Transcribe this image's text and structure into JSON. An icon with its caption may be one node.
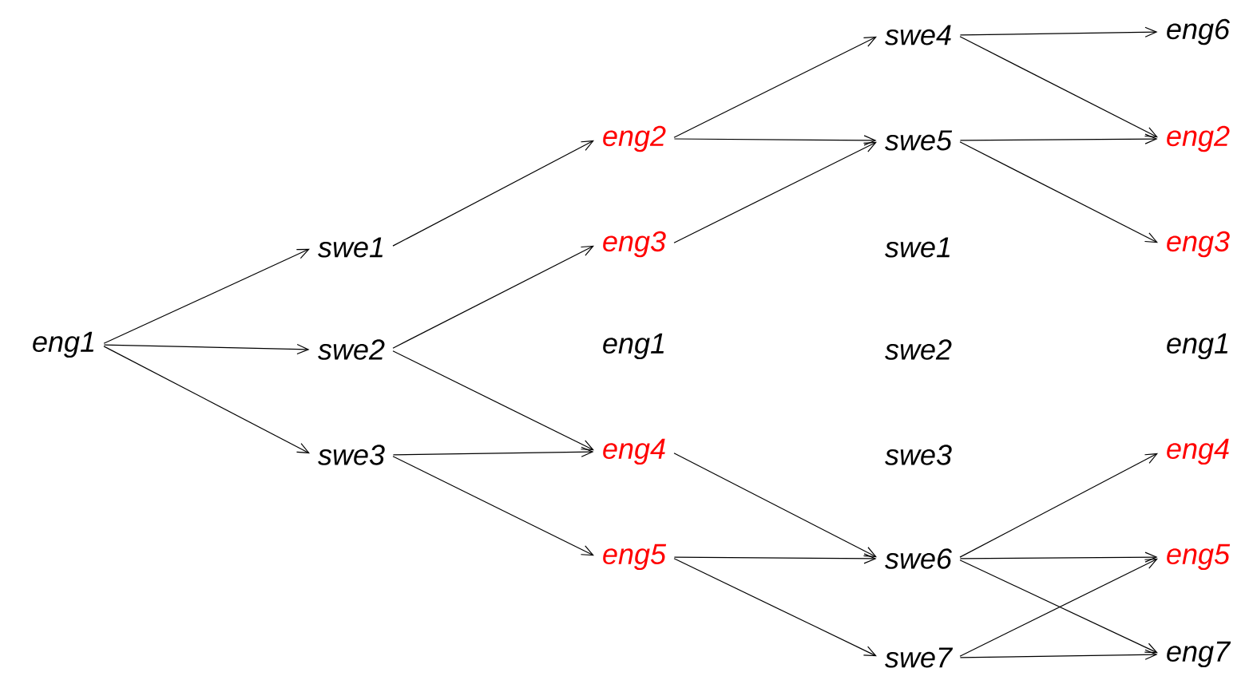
{
  "diagram": {
    "nodes": [
      {
        "text": [
          "eng1"
        ]
      },
      {
        "text": [
          "swe1"
        ]
      },
      {
        "text": [
          "swe2"
        ]
      },
      {
        "text": [
          "swe3"
        ]
      },
      {
        "text": [
          "eng2"
        ]
      },
      {
        "text": [
          "eng3"
        ]
      },
      {
        "text": [
          "eng1"
        ]
      },
      {
        "text": [
          "eng4"
        ]
      },
      {
        "text": [
          "eng5"
        ]
      },
      {
        "text": [
          "swe4"
        ]
      },
      {
        "text": [
          "swe5"
        ]
      },
      {
        "text": [
          "swe1"
        ]
      },
      {
        "text": [
          "swe2"
        ]
      },
      {
        "text": [
          "swe3"
        ]
      },
      {
        "text": [
          "swe6"
        ]
      },
      {
        "text": [
          "swe7"
        ]
      },
      {
        "text": [
          "eng6"
        ]
      },
      {
        "text": [
          "eng2"
        ]
      },
      {
        "text": [
          "eng3"
        ]
      },
      {
        "text": [
          "eng1"
        ]
      },
      {
        "text": [
          "eng4"
        ]
      },
      {
        "text": [
          "eng5"
        ]
      },
      {
        "text": [
          "eng7"
        ]
      }
    ],
    "edges": [
      {
        "from": 0,
        "to": 1,
        "arrow": "to"
      },
      {
        "from": 0,
        "to": 2,
        "arrow": "to"
      },
      {
        "from": 0,
        "to": 3,
        "arrow": "to"
      },
      {
        "from": 1,
        "to": 4,
        "arrow": "to"
      },
      {
        "from": 2,
        "to": 5,
        "arrow": "to"
      },
      {
        "from": 2,
        "to": 7,
        "arrow": "to"
      },
      {
        "from": 3,
        "to": 7,
        "arrow": "to"
      },
      {
        "from": 3,
        "to": 8,
        "arrow": "to"
      },
      {
        "from": 4,
        "to": 9,
        "arrow": "to"
      },
      {
        "from": 4,
        "to": 10,
        "arrow": "to"
      },
      {
        "from": 5,
        "to": 10,
        "arrow": "to"
      },
      {
        "from": 7,
        "to": 14,
        "arrow": "to"
      },
      {
        "from": 8,
        "to": 14,
        "arrow": "to"
      },
      {
        "from": 8,
        "to": 15,
        "arrow": "to"
      },
      {
        "from": 9,
        "to": 16,
        "arrow": "to"
      },
      {
        "from": 9,
        "to": 17,
        "arrow": "to"
      },
      {
        "from": 10,
        "to": 17,
        "arrow": "to"
      },
      {
        "from": 10,
        "to": 18,
        "arrow": "to"
      },
      {
        "from": 14,
        "to": 20,
        "arrow": "to"
      },
      {
        "from": 14,
        "to": 21,
        "arrow": "to"
      },
      {
        "from": 14,
        "to": 22,
        "arrow": "to"
      },
      {
        "from": 15,
        "to": 21,
        "arrow": "to"
      },
      {
        "from": 15,
        "to": 22,
        "arrow": "to"
      }
    ]
  }
}
